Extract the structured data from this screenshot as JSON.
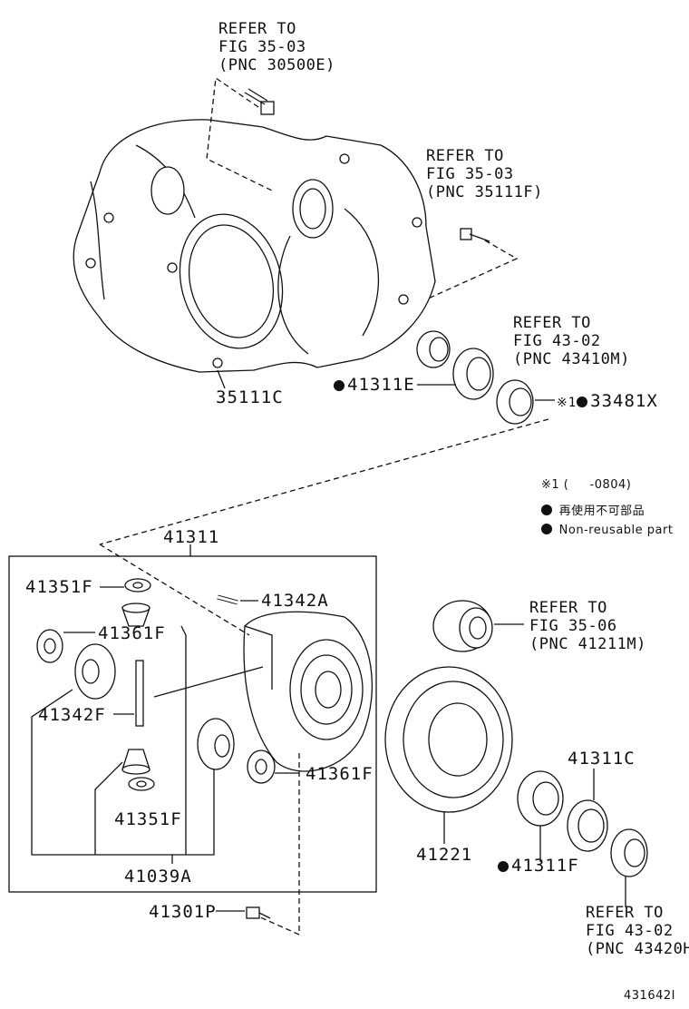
{
  "refs": [
    {
      "line1": "REFER TO",
      "line2": "FIG 35-03",
      "line3": "(PNC 30500E)"
    },
    {
      "line1": "REFER TO",
      "line2": "FIG 35-03",
      "line3": "(PNC 35111F)"
    },
    {
      "line1": "REFER TO",
      "line2": "FIG 43-02",
      "line3": "(PNC 43410M)"
    },
    {
      "line1": "REFER TO",
      "line2": "FIG 35-06",
      "line3": "(PNC 41211M)"
    },
    {
      "line1": "REFER TO",
      "line2": "FIG 43-02",
      "line3": "(PNC 43420H"
    }
  ],
  "parts": {
    "p35111C": "35111C",
    "p41311E": "41311E",
    "p33481X": "33481X",
    "mark1": "※1",
    "p41311": "41311",
    "p41351F_top": "41351F",
    "p41342A": "41342A",
    "p41361F_left": "41361F",
    "p41342F": "41342F",
    "p41361F_right": "41361F",
    "p41351F_bottom": "41351F",
    "p41039A": "41039A",
    "p41301P": "41301P",
    "p41221": "41221",
    "p41311C": "41311C",
    "p41311F": "41311F"
  },
  "legend": {
    "note1": "※1 (     -0804)",
    "nonreusable_jp": "再使用不可部品",
    "nonreusable_en": "Non-reusable part"
  },
  "figure_id": "431642I"
}
